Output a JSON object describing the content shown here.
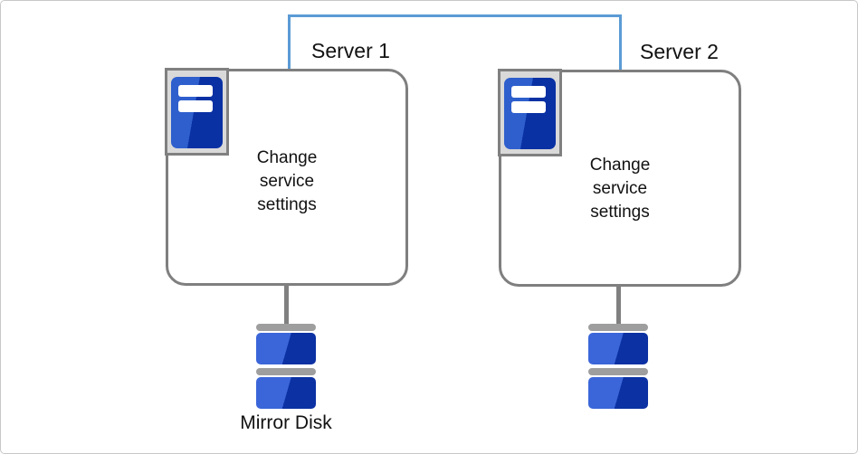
{
  "servers": [
    {
      "label": "Server 1",
      "body": {
        "line1": "Change",
        "line2": "service",
        "line3": "settings"
      },
      "disk_label": "Mirror Disk"
    },
    {
      "label": "Server 2",
      "body": {
        "line1": "Change",
        "line2": "service",
        "line3": "settings"
      },
      "disk_label": ""
    }
  ],
  "icons": {
    "server_icon": "server-tower-icon",
    "disk_icon": "disk-stack-icon",
    "connector": "heartbeat-connector-line"
  },
  "colors": {
    "connector_blue": "#5b9bd5",
    "box_border_gray": "#7f7f7f",
    "icon_frame_gray": "#808080",
    "icon_frame_fill": "#d9d9d9",
    "server_blue_light": "#2e5fcd",
    "server_blue_dark": "#0931a4",
    "disk_blue_light": "#3b66d9",
    "disk_blue_dark": "#0b31a3",
    "disk_cap_gray": "#9e9e9e",
    "canvas_border": "#c8c8c8",
    "text": "#121212"
  }
}
